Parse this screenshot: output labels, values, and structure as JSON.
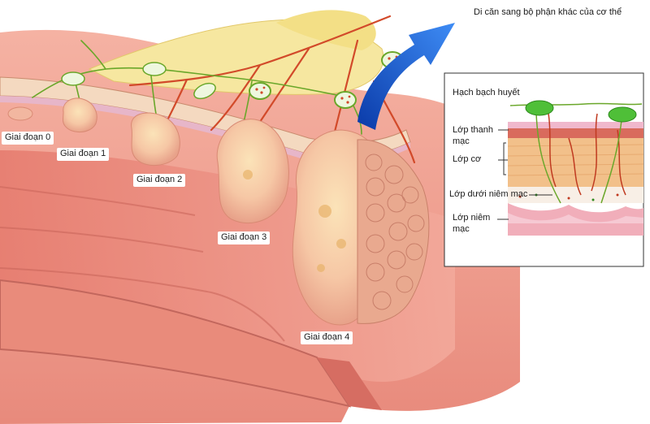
{
  "labels": {
    "metastasis": "Di căn sang bộ phận khác của cơ thể",
    "stage0": "Giai đoạn 0",
    "stage1": "Giai đoạn 1",
    "stage2": "Giai đoạn 2",
    "stage3": "Giai đoạn 3",
    "stage4": "Giai đoạn 4"
  },
  "inset": {
    "lymph_node": "Hạch bạch huyết",
    "serosa": "Lớp thanh mạc",
    "muscle": "Lớp cơ",
    "submucosa": "Lớp dưới niêm mạc",
    "mucosa": "Lớp niêm mạc"
  },
  "colors": {
    "tissue": "#f2a094",
    "tissue_dark": "#d86e66",
    "tumor": "#f5c6a6",
    "fat": "#f6e7a0",
    "vessel": "#d24a2a",
    "lymph": "#8cc63f",
    "arrow": "#1f5bd6"
  }
}
